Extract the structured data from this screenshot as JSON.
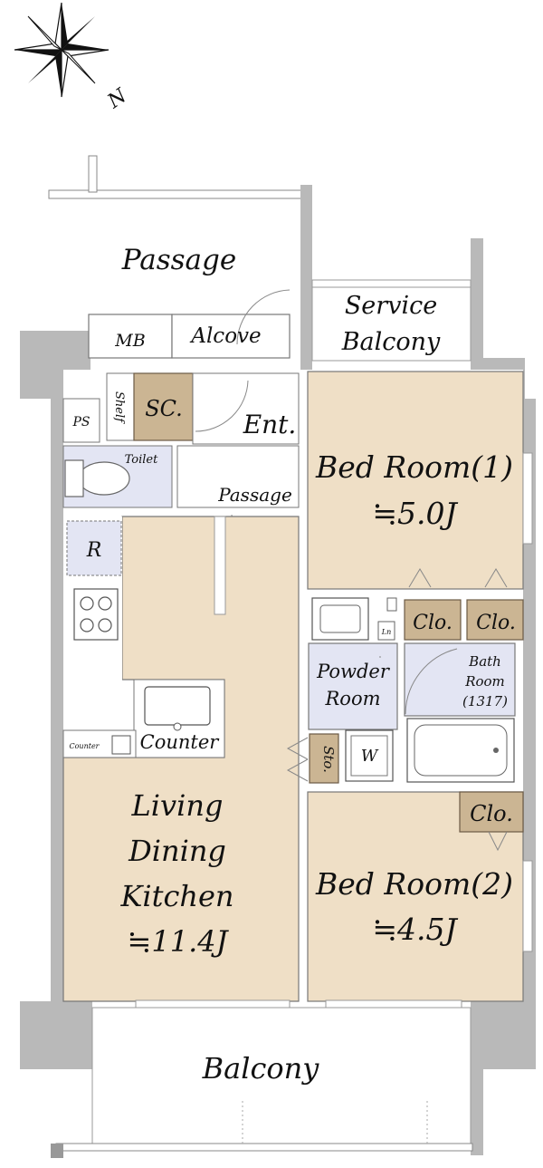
{
  "compass": {
    "north_label": "N",
    "icon": "compass-rose-icon"
  },
  "rooms": {
    "passage_outer": "Passage",
    "service_balcony_line1": "Service",
    "service_balcony_line2": "Balcony",
    "mb": "MB",
    "alcove": "Alcove",
    "shelf": "Shelf",
    "sc": "SC.",
    "ps": "PS",
    "ent": "Ent.",
    "toilet": "Toilet",
    "passage_inner": "Passage",
    "bedroom1_name": "Bed Room(1)",
    "bedroom1_size": "≒5.0J",
    "refrigerator": "R",
    "closet_a": "Clo.",
    "closet_b": "Clo.",
    "closet_c": "Clo.",
    "laundry_small": "Ln",
    "powder_line1": "Powder",
    "powder_line2": "Room",
    "bath_line1": "Bath",
    "bath_line2": "Room",
    "bath_line3": "(1317)",
    "counter": "Counter",
    "counter_small": "Counter",
    "storage": "Sto.",
    "washer": "W",
    "ldk_line1": "Living",
    "ldk_line2": "Dining",
    "ldk_line3": "Kitchen",
    "ldk_size": "≒11.4J",
    "bedroom2_name": "Bed Room(2)",
    "bedroom2_size": "≒4.5J",
    "balcony": "Balcony"
  },
  "colors": {
    "room_fill": "#efdfc6",
    "wet_area_fill": "#e3e5f3",
    "wall": "#b9b9b9",
    "closet_fill": "#cbb593"
  }
}
